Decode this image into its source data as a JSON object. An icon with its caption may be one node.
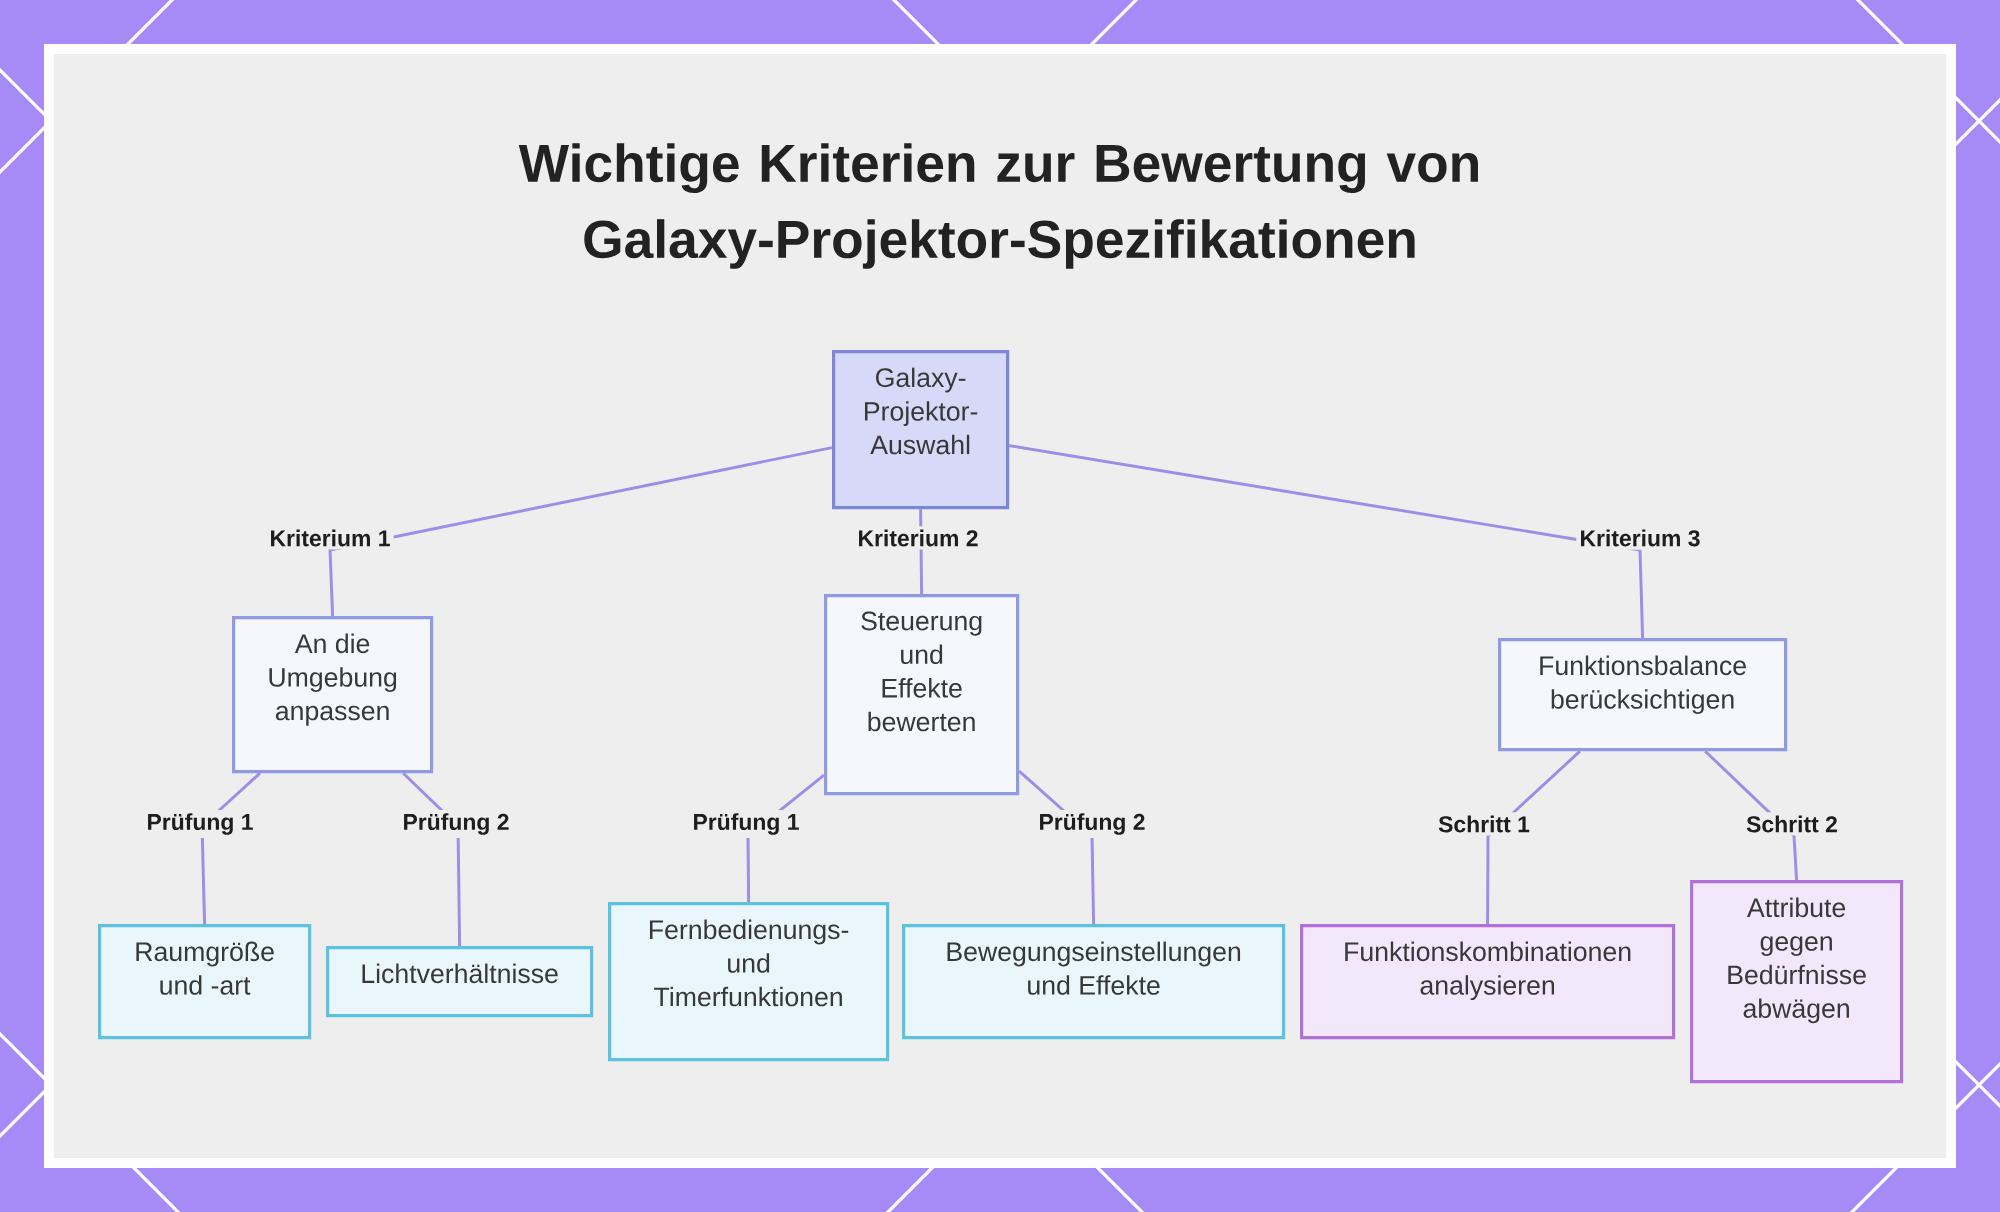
{
  "diagram": {
    "title": "Wichtige Kriterien zur Bewertung von Galaxy-Projektor-Spezifikationen",
    "nodes": [
      {
        "text": [
          "Galaxy-Projektor-Auswahl"
        ]
      },
      {
        "text": [
          "An die Umgebung anpassen"
        ]
      },
      {
        "text": [
          "Steuerung und Effekte bewerten"
        ]
      },
      {
        "text": [
          "Funktionsbalance berücksichtigen"
        ]
      },
      {
        "text": [
          "Raumgröße und -art"
        ]
      },
      {
        "text": [
          "Lichtverhältnisse"
        ]
      },
      {
        "text": [
          "Fernbedienungs- und Timerfunktionen"
        ]
      },
      {
        "text": [
          "Bewegungseinstellungen und Effekte"
        ]
      },
      {
        "text": [
          "Funktionskombinationen analysieren"
        ]
      },
      {
        "text": [
          "Attribute gegen Bedürfnisse abwägen"
        ]
      }
    ],
    "edges": [
      {
        "from": 0,
        "to": 1,
        "arrow": "none",
        "label": "Kriterium 1"
      },
      {
        "from": 0,
        "to": 2,
        "arrow": "none",
        "label": "Kriterium 2"
      },
      {
        "from": 0,
        "to": 3,
        "arrow": "none",
        "label": "Kriterium 3"
      },
      {
        "from": 1,
        "to": 4,
        "arrow": "none",
        "label": "Prüfung 1"
      },
      {
        "from": 1,
        "to": 5,
        "arrow": "none",
        "label": "Prüfung 2"
      },
      {
        "from": 2,
        "to": 6,
        "arrow": "none",
        "label": "Prüfung 1"
      },
      {
        "from": 2,
        "to": 7,
        "arrow": "none",
        "label": "Prüfung 2"
      },
      {
        "from": 3,
        "to": 8,
        "arrow": "none",
        "label": "Schritt 1"
      },
      {
        "from": 3,
        "to": 9,
        "arrow": "none",
        "label": "Schritt 2"
      }
    ]
  }
}
